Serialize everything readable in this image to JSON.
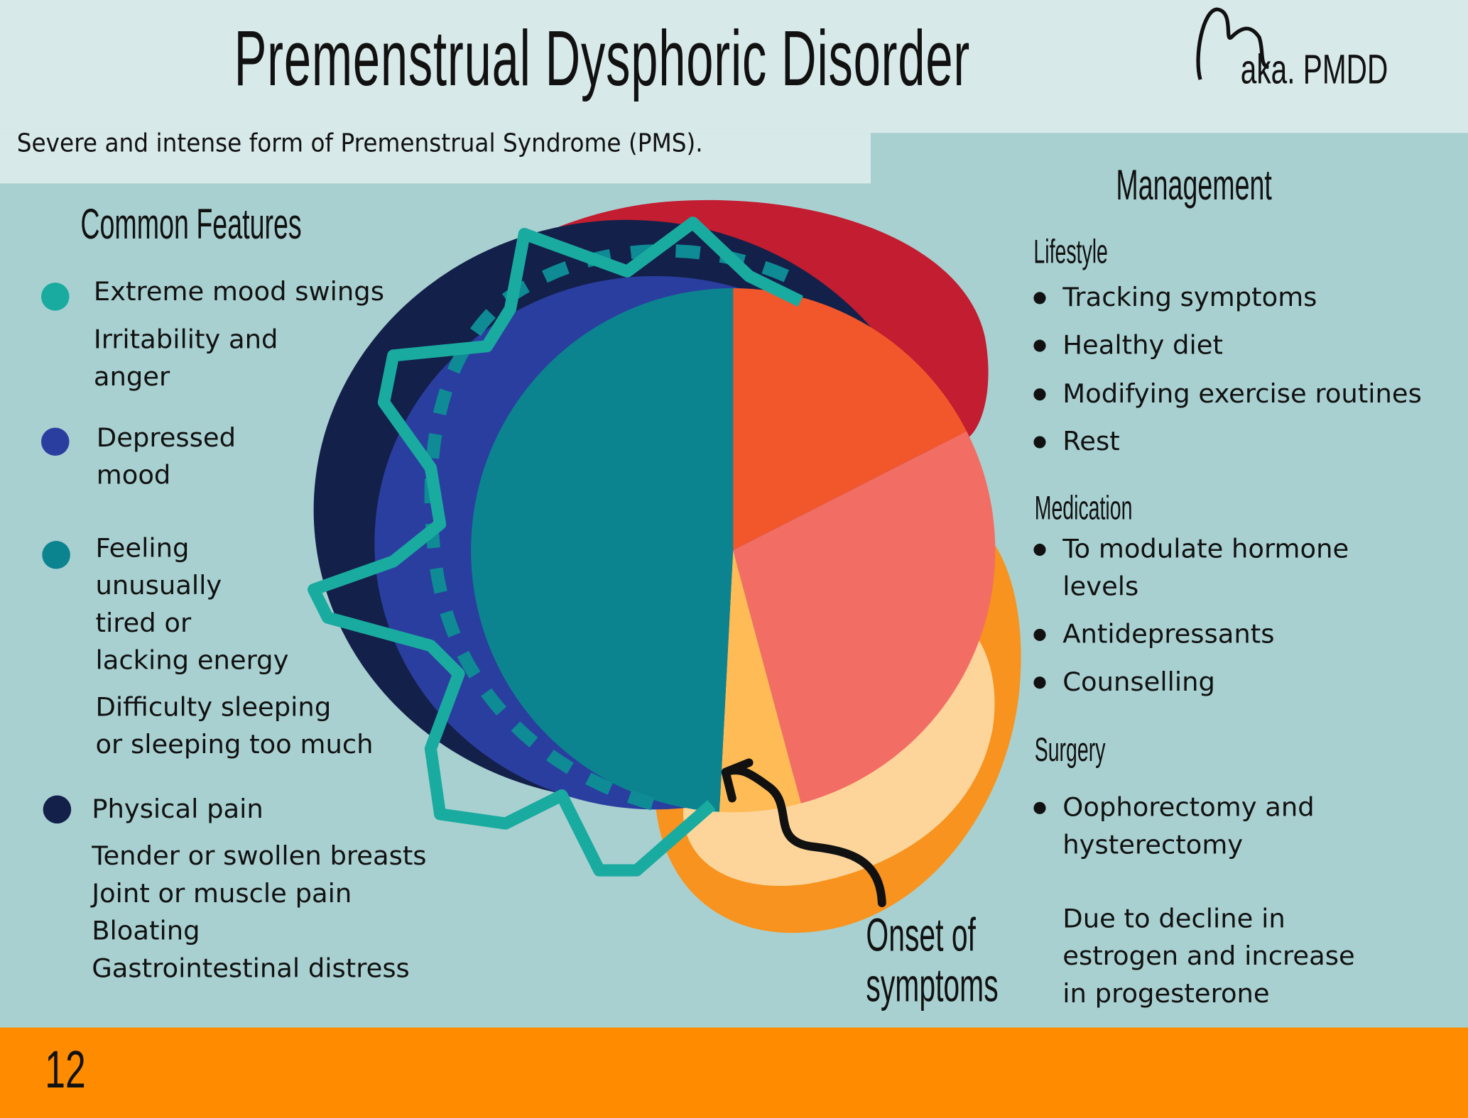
{
  "title": "Premenstrual Dysphoric Disorder",
  "aka": "aka. PMDD",
  "subtitle": "Severe and intense form of Premenstrual Syndrome (PMS).",
  "features": {
    "heading": "Common Features",
    "items": [
      {
        "lines": [
          "Extreme mood swings"
        ],
        "color": "#1aaba0"
      },
      {
        "lines": [
          "Irritability and",
          "anger"
        ]
      },
      {
        "lines": [
          "Depressed",
          "mood"
        ],
        "color": "#2a3e9f"
      },
      {
        "lines": [
          "Feeling",
          "unusually",
          "tired or",
          "lacking energy"
        ],
        "color": "#0b8490"
      },
      {
        "lines": [
          "Difficulty sleeping",
          "or sleeping too much"
        ]
      },
      {
        "lines": [
          "Physical pain"
        ],
        "color": "#13204a"
      },
      {
        "lines": [
          "Tender or swollen breasts",
          "Joint or muscle pain",
          "Bloating",
          "Gastrointestinal distress"
        ]
      }
    ]
  },
  "management": {
    "heading": "Management",
    "lifestyle": {
      "label": "Lifestyle",
      "items": [
        "Tracking symptoms",
        "Healthy diet",
        "Modifying exercise routines",
        "Rest"
      ]
    },
    "medication": {
      "label": "Medication",
      "items": [
        [
          "To modulate hormone",
          "levels"
        ],
        [
          "Antidepressants"
        ],
        [
          "Counselling"
        ]
      ]
    },
    "surgery": {
      "label": "Surgery",
      "items": [
        [
          "Oophorectomy and",
          "hysterectomy"
        ]
      ]
    }
  },
  "onset": {
    "label": [
      "Onset of",
      "symptoms"
    ],
    "cause": [
      "Due to decline in",
      "estrogen and increase",
      "in progesterone"
    ]
  },
  "page_number": "12",
  "colors": {
    "teal": "#0b8490",
    "orange": "#f2572c",
    "salmon": "#f26e64",
    "yellow": "#ffbb55",
    "red": "#c21d30",
    "navy": "#13204a",
    "blue": "#2a3e9f",
    "wave": "#1aaba0",
    "accent": "#ff8c00"
  }
}
